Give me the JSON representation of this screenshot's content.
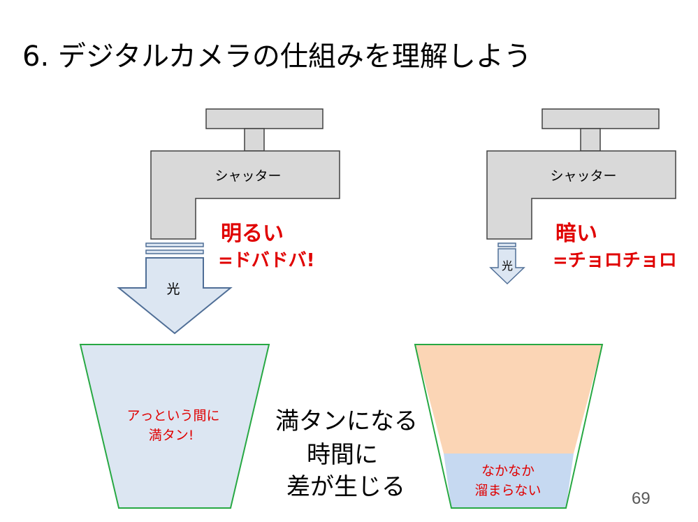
{
  "title": "6. デジタルカメラの仕組みを理解しよう",
  "left": {
    "shutter_label": "シャッター",
    "light_label": "光",
    "caption_line1": "明るい",
    "caption_line2": "=ドバドバ!",
    "bucket_line1": "アっという間に",
    "bucket_line2": "満タン!"
  },
  "right": {
    "shutter_label": "シャッター",
    "light_label": "光",
    "caption_line1": "暗い",
    "caption_line2": "=チョロチョロ",
    "bucket_line1": "なかなか",
    "bucket_line2": "溜まらない"
  },
  "center_text": {
    "line1": "満タンになる",
    "line2": "時間に",
    "line3": "差が生じる"
  },
  "page_number": "69",
  "colors": {
    "faucet_fill": "#d9d9d9",
    "faucet_stroke": "#404040",
    "arrow_fill": "#dce6f2",
    "arrow_stroke": "#4f6e96",
    "bucket_stroke": "#27a843",
    "bucket_left_fill": "#dce6f2",
    "bucket_right_empty": "#fbd5b5",
    "bucket_right_water": "#c6d9f1",
    "red_text": "#e00000"
  }
}
